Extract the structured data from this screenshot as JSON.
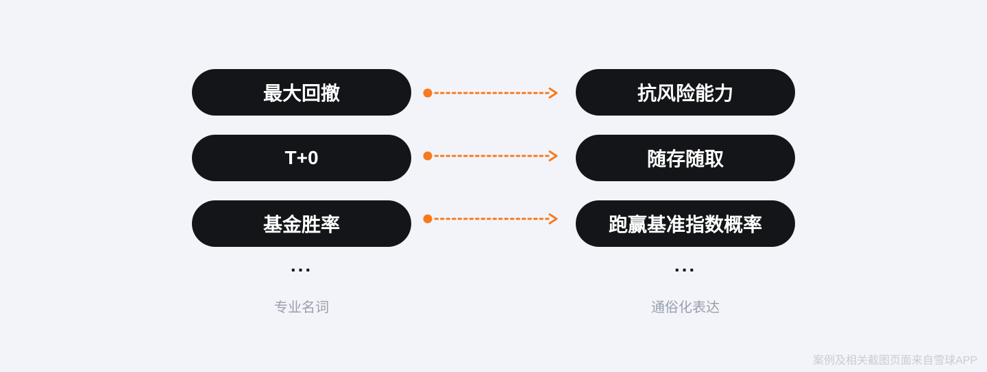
{
  "colors": {
    "background": "#f3f4f9",
    "pill-bg": "#141518",
    "pill-text": "#ffffff",
    "accent": "#f87a1c",
    "ellipsis": "#17181b",
    "label": "#999fae",
    "watermark": "#c8ccd9"
  },
  "rows": [
    {
      "left": "最大回撤",
      "right": "抗风险能力"
    },
    {
      "left": "T+0",
      "right": "随存随取"
    },
    {
      "left": "基金胜率",
      "right": "跑赢基准指数概率"
    }
  ],
  "columns": {
    "left": {
      "ellipsis": "...",
      "label": "专业名词"
    },
    "right": {
      "ellipsis": "...",
      "label": "通俗化表达"
    }
  },
  "footer": {
    "credit": "案例及相关截图页面来自雪球APP"
  }
}
